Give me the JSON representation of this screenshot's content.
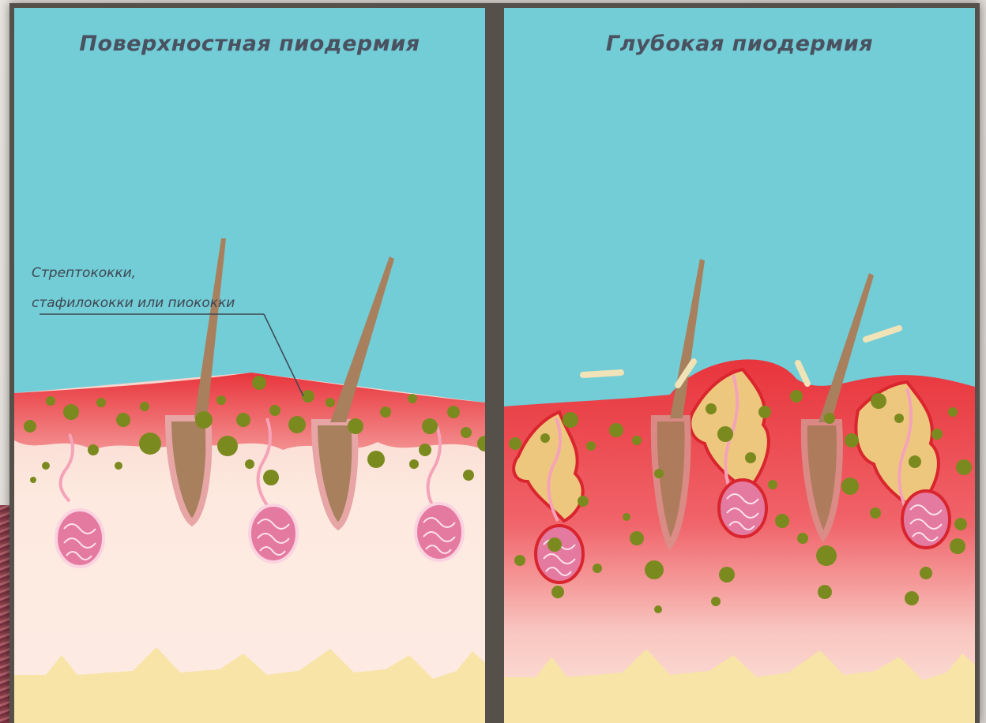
{
  "panels": {
    "left": {
      "title": "Поверхностная пиодермия"
    },
    "right": {
      "title": "Глубокая пиодермия"
    }
  },
  "callout": {
    "line1": "Стрептококки,",
    "line2": "стафилококки или пиококки"
  },
  "colors": {
    "sky": "#72cdd6",
    "epidermis_red": "#e8353c",
    "dermis": "#fde9df",
    "fat": "#f7e4a6",
    "hair": "#a8805d",
    "bacteria": "#7b8a1e",
    "gland": "#e57aa0",
    "pus": "#eec77e"
  }
}
